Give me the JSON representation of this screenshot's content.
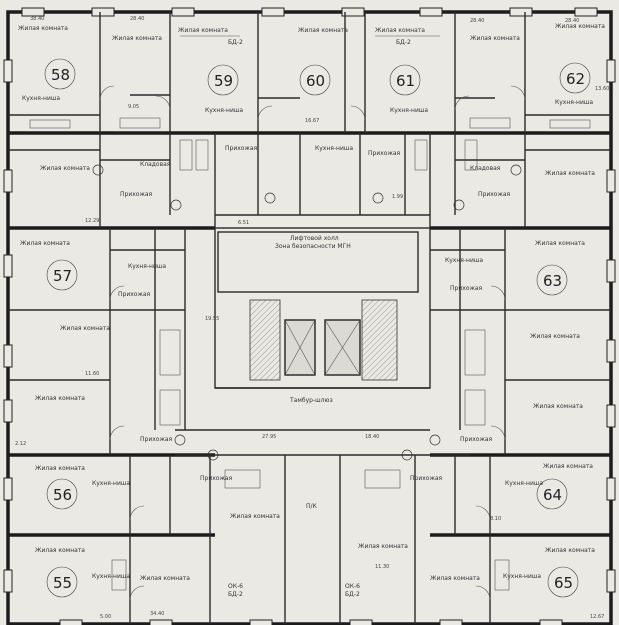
{
  "apartments": [
    {
      "num": "58"
    },
    {
      "num": "59"
    },
    {
      "num": "60"
    },
    {
      "num": "61"
    },
    {
      "num": "62"
    },
    {
      "num": "57"
    },
    {
      "num": "63"
    },
    {
      "num": "56"
    },
    {
      "num": "64"
    },
    {
      "num": "55"
    },
    {
      "num": "65"
    }
  ],
  "labels": {
    "living": "Жилая комната",
    "kitchen": "Кухня-ниша",
    "hall": "Прихожая",
    "pantry": "Кладовая",
    "lift_hall": "Лифтовой холл",
    "safety_zone": "Зона безопасности МГН",
    "tambour": "Тамбур-шлюз",
    "ok6_a": "ОК-6",
    "ok6_b": "ОК-6",
    "bd2_a": "БД-2",
    "bd2_b": "БД-2",
    "bd2_top_a": "БД-2",
    "bd2_top_b": "БД-2",
    "ppu": "П/К"
  },
  "dimensions": {
    "d1": "38.40",
    "d2": "28.40",
    "d3": "28.40",
    "d4": "28.40",
    "d5": "16.67",
    "d6": "12.29",
    "d7": "11.60",
    "d8": "13.60",
    "d9": "34.40",
    "d10": "27.95",
    "d11": "18.40",
    "d12": "12.67",
    "d13": "5.00",
    "d14": "11.30",
    "d15": "19.55",
    "d16": "2.12",
    "d17": "6.51",
    "d18": "9.05",
    "d19": "1.99",
    "d20": "8.10"
  }
}
